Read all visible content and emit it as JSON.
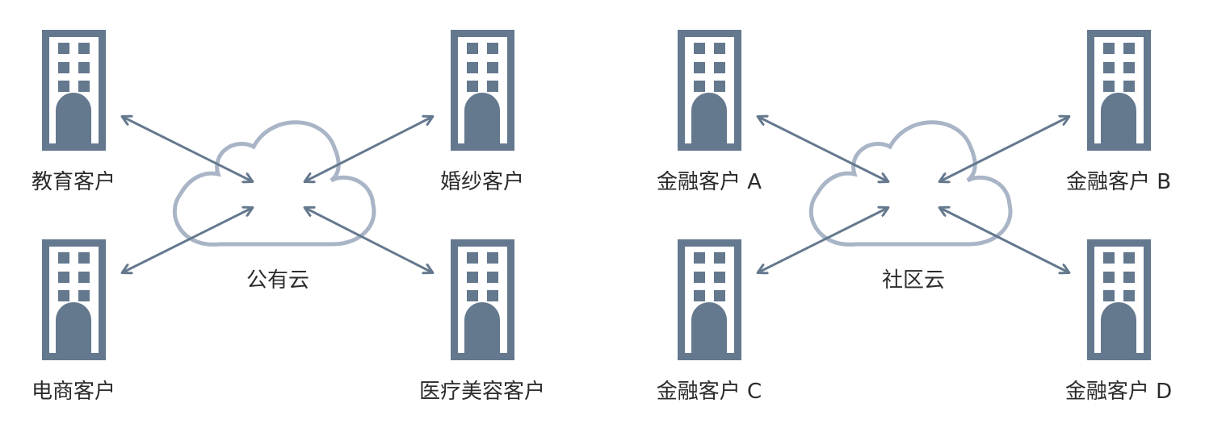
{
  "colors": {
    "building": "#64788e",
    "cloud_stroke": "#a9b5c6",
    "arrow": "#64788e",
    "text": "#2b2b2b"
  },
  "left": {
    "cloud_label": "公有云",
    "clients": [
      {
        "label": "教育客户",
        "icon": "office-building-icon"
      },
      {
        "label": "婚纱客户",
        "icon": "office-building-icon"
      },
      {
        "label": "电商客户",
        "icon": "office-building-icon"
      },
      {
        "label": "医疗美容客户",
        "icon": "office-building-icon"
      }
    ]
  },
  "right": {
    "cloud_label": "社区云",
    "clients": [
      {
        "label": "金融客户 A",
        "icon": "office-building-icon"
      },
      {
        "label": "金融客户 B",
        "icon": "office-building-icon"
      },
      {
        "label": "金融客户 C",
        "icon": "office-building-icon"
      },
      {
        "label": "金融客户 D",
        "icon": "office-building-icon"
      }
    ]
  }
}
